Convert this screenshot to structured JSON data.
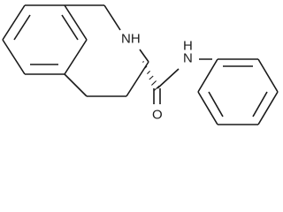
{
  "structure": {
    "type": "chemical-structure",
    "atom_labels": {
      "amine_nh": "NH",
      "amide_nh": "N",
      "amide_h": "H",
      "carbonyl_o": "O"
    },
    "colors": {
      "line": "#1a1a1a",
      "background": "#ffffff"
    }
  }
}
